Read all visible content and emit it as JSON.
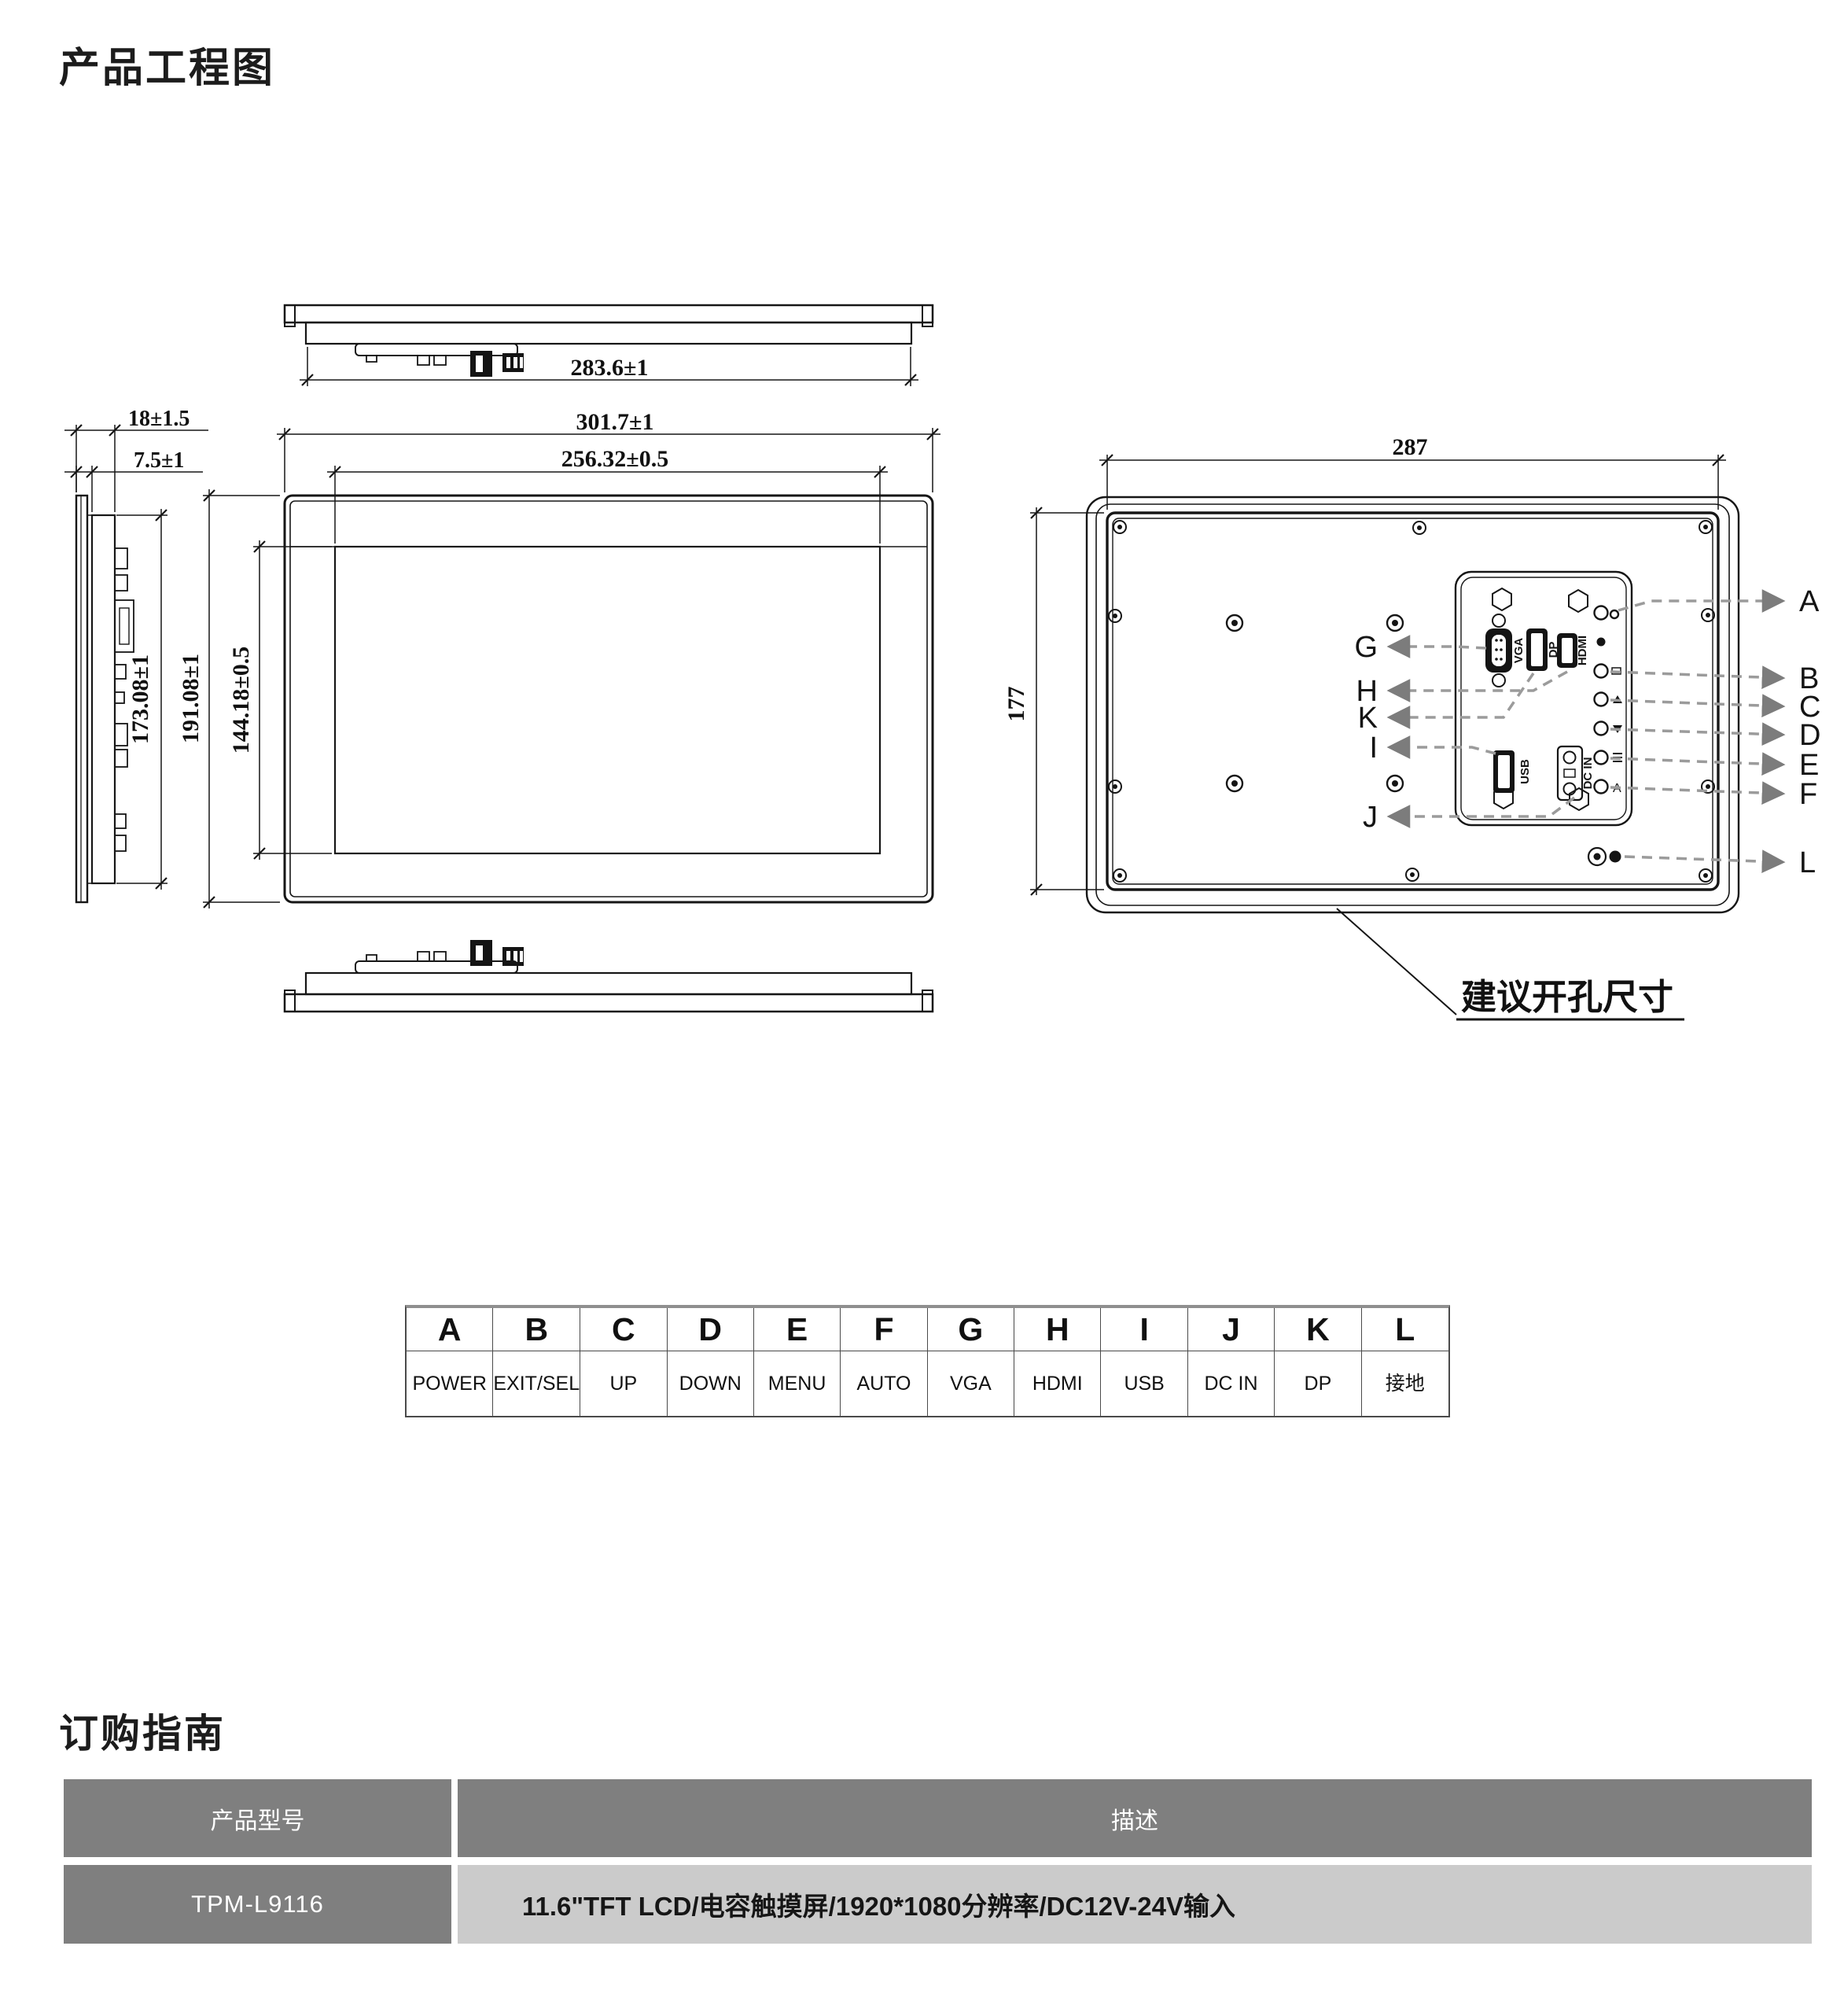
{
  "page": {
    "title": "产品工程图",
    "section2_title": "订购指南"
  },
  "engineering_drawing": {
    "dimensions": {
      "rear_width": "283.6±1",
      "front_width": "301.7±1",
      "display_width": "256.32±0.5",
      "total_depth": "18±1.5",
      "front_protrusion": "7.5±1",
      "rear_chassis_height": "173.08±1",
      "front_height": "191.08±1",
      "display_height": "144.18±0.5",
      "cutout_width": "287",
      "cutout_height": "177"
    },
    "cutout_note": "建议开孔尺寸",
    "callouts_left": [
      "G",
      "H",
      "K",
      "I",
      "J"
    ],
    "callouts_right": [
      "A",
      "B",
      "C",
      "D",
      "E",
      "F",
      "L"
    ],
    "connector_labels": {
      "vga": "VGA",
      "dp": "DP",
      "hdmi": "HDMI",
      "usb": "USB",
      "dc_in": "DC IN"
    }
  },
  "legend_table": {
    "letters": [
      "A",
      "B",
      "C",
      "D",
      "E",
      "F",
      "G",
      "H",
      "I",
      "J",
      "K",
      "L"
    ],
    "functions": [
      "POWER",
      "EXIT/SEL",
      "UP",
      "DOWN",
      "MENU",
      "AUTO",
      "VGA",
      "HDMI",
      "USB",
      "DC IN",
      "DP",
      "接地"
    ]
  },
  "order_table": {
    "headers": [
      "产品型号",
      "描述"
    ],
    "row": {
      "model": "TPM-L9116",
      "description": "11.6\"TFT LCD/电容触摸屏/1920*1080分辨率/DC12V-24V输入"
    },
    "colors": {
      "header_bg": "#7f7f7f",
      "model_bg": "#7f7f7f",
      "desc_bg": "#cbcbcb"
    }
  }
}
